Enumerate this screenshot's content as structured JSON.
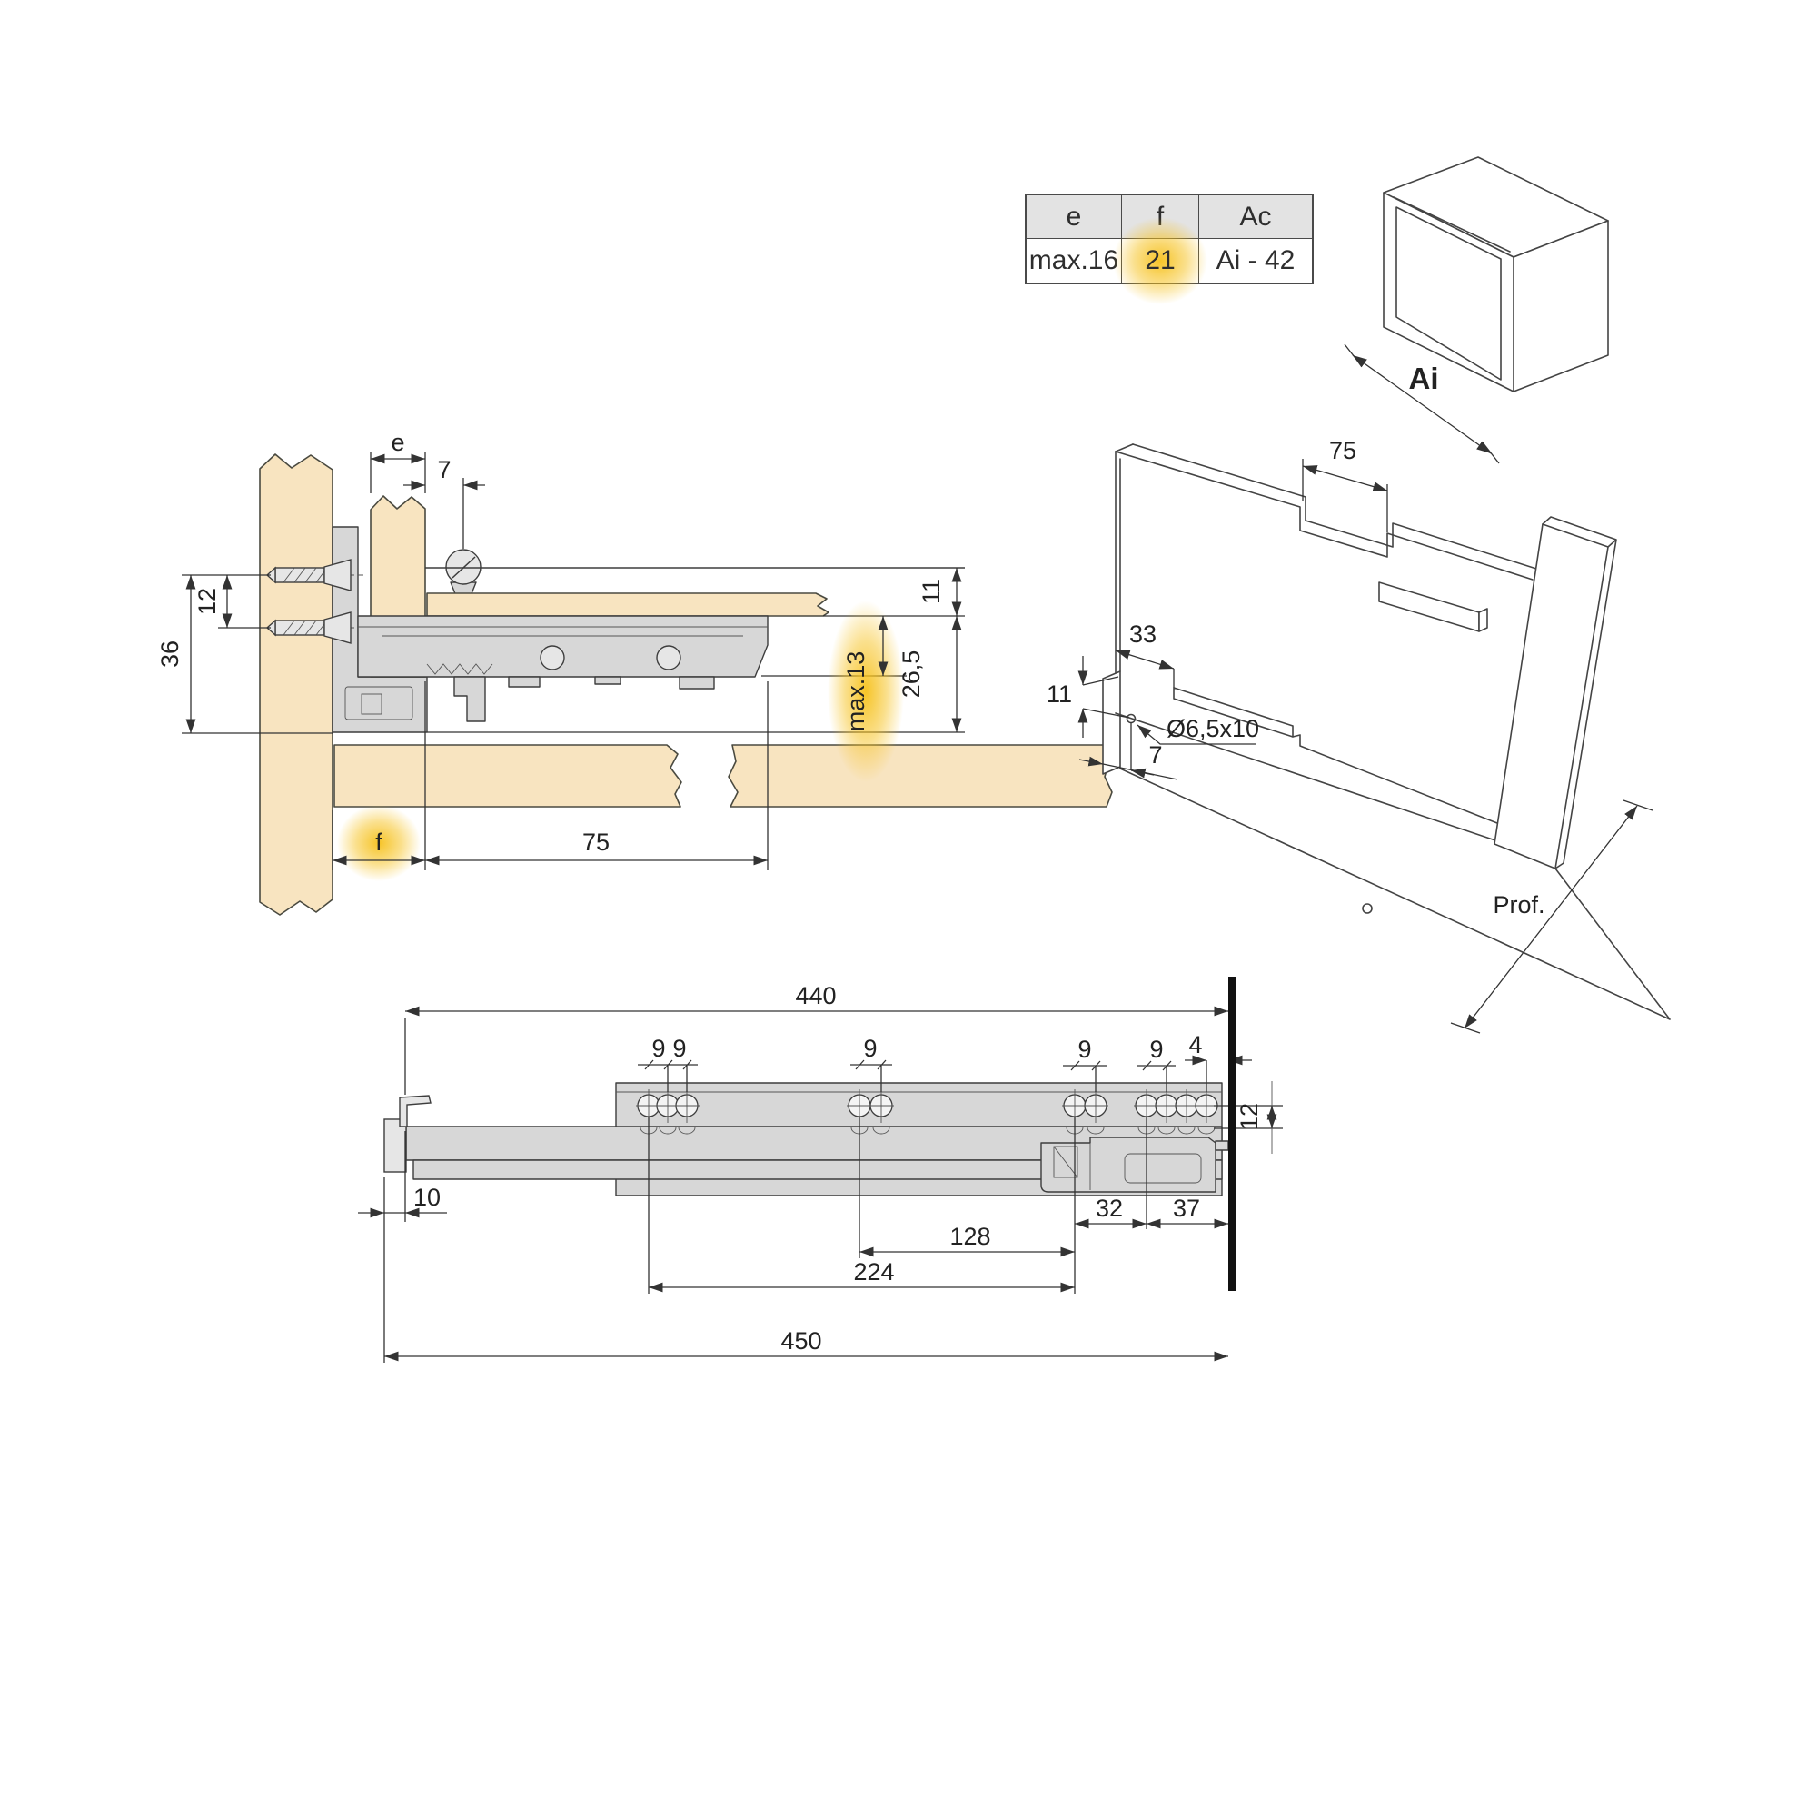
{
  "table": {
    "header_e": "e",
    "header_f": "f",
    "header_ac": "Ac",
    "value_e": "max.16",
    "value_f": "21",
    "value_ac": "Ai - 42",
    "highlight_color": "#f6c11c"
  },
  "cabinet3d": {
    "inner_width_label": "Ai"
  },
  "cross_section": {
    "dim_e": "e",
    "dim_7": "7",
    "dim_12": "12",
    "dim_36": "36",
    "dim_11": "11",
    "dim_26_5": "26,5",
    "dim_max13": "max.13",
    "dim_f": "f",
    "dim_75": "75"
  },
  "drawer3d": {
    "dim_75": "75",
    "dim_33": "33",
    "dim_11": "11",
    "dim_hole": "Ø6,5x10",
    "dim_7": "7",
    "depth_label": "Prof."
  },
  "side_view": {
    "dim_440": "440",
    "dim_450": "450",
    "dim_224": "224",
    "dim_128": "128",
    "dim_32": "32",
    "dim_37": "37",
    "dim_10": "10",
    "dim_12": "12",
    "dim_4": "4",
    "dim_9_a": "9",
    "dim_9_b": "9",
    "dim_9_c": "9",
    "dim_9_d": "9",
    "dim_9_e": "9"
  },
  "colors": {
    "wood": "#f8e4c0",
    "metal_gray": "#d7d7d7",
    "line": "#333333",
    "highlight_glow": "#f6c11c",
    "wall": "#111111"
  }
}
